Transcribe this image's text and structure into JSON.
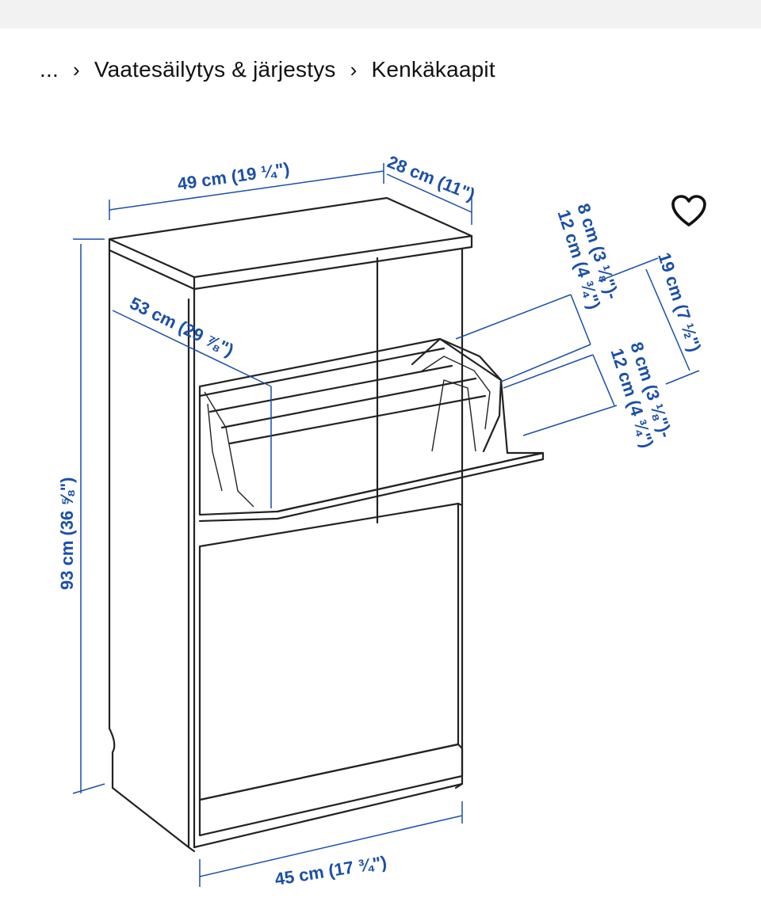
{
  "breadcrumb": {
    "ellipsis": "...",
    "items": [
      "Vaatesäilytys & järjestys",
      "Kenkäkaapit"
    ],
    "separator": "›"
  },
  "favorite": {
    "icon": "heart-outline-icon"
  },
  "diagram": {
    "dimensions": {
      "width": "49 cm (19 ¼\")",
      "depth": "28 cm (11\")",
      "height": "93 cm (36 ⅝\")",
      "open_depth": "53 cm (29 ⅞\")",
      "base_width": "45 cm (17 ¾\")",
      "compartment_height": "19 cm (7 ½\")",
      "shelf_gap_upper": "8 cm (3 ⅛\")-\n12 cm (4 ¾\")",
      "shelf_gap_lower": "8 cm (3 ⅛\")-\n12 cm (4 ¾\")"
    },
    "line_color": "#222222",
    "dimension_color": "#1a4fa6"
  }
}
